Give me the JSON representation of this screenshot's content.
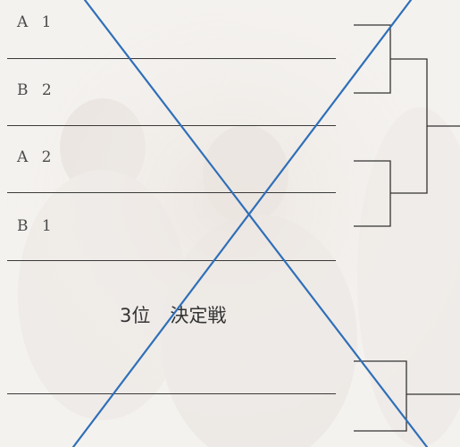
{
  "bracket": {
    "entries": [
      {
        "label": "A 1"
      },
      {
        "label": "B 2"
      },
      {
        "label": "A 2"
      },
      {
        "label": "B 1"
      }
    ]
  },
  "third_place": {
    "rank": "3位",
    "title": "決定戦"
  },
  "colors": {
    "cross_lines": "#2f6fb8",
    "bracket_lines": "#333333"
  }
}
